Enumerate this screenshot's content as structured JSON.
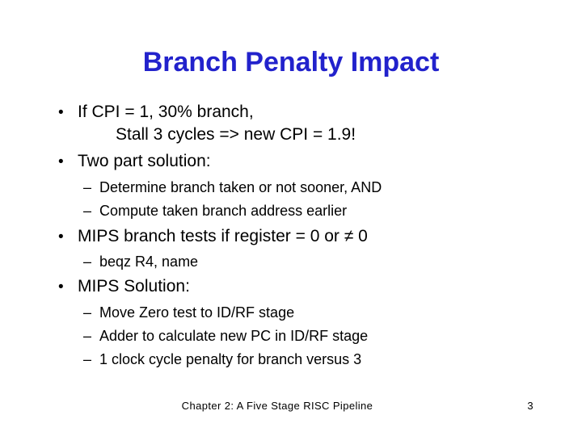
{
  "slide": {
    "title": "Branch Penalty Impact",
    "colors": {
      "title": "#2222CC",
      "body": "#000000",
      "background": "#FFFFFF"
    },
    "lines": [
      {
        "marker": "•",
        "text": "If CPI = 1, 30% branch,"
      },
      {
        "marker": "",
        "text": "Stall 3 cycles => new CPI = 1.9!"
      },
      {
        "marker": "•",
        "text": "Two part solution:"
      },
      {
        "marker": "–",
        "text": "Determine branch taken or not sooner, AND"
      },
      {
        "marker": "–",
        "text": "Compute taken branch address earlier"
      },
      {
        "marker": "•",
        "text": "MIPS branch tests if register = 0 or ≠ 0"
      },
      {
        "marker": "–",
        "text": "beqz R4, name"
      },
      {
        "marker": "•",
        "text": "MIPS Solution:"
      },
      {
        "marker": "–",
        "text": "Move Zero test to ID/RF stage"
      },
      {
        "marker": "–",
        "text": "Adder to calculate new PC in ID/RF stage"
      },
      {
        "marker": "–",
        "text": "1 clock cycle penalty for branch versus 3"
      }
    ],
    "footer": {
      "text": "Chapter 2: A Five Stage RISC Pipeline",
      "page_number": "3"
    }
  }
}
